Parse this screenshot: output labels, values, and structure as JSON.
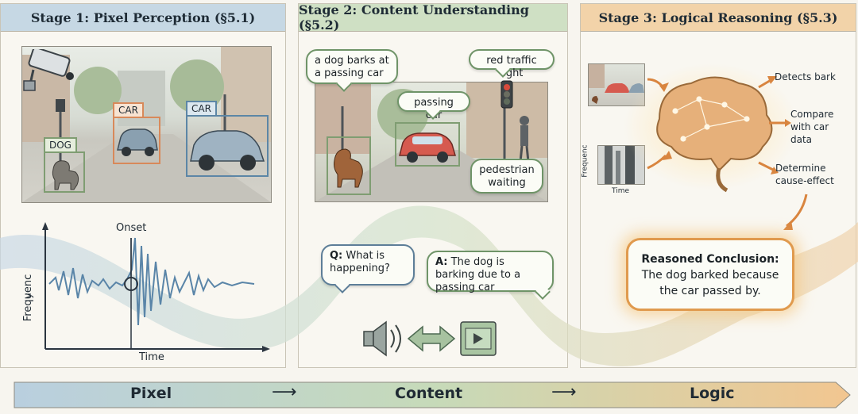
{
  "stages": [
    {
      "title": "Stage 1: Pixel Perception (§5.1)",
      "color": "#c6d8e4"
    },
    {
      "title": "Stage 2: Content Understanding (§5.2)",
      "color": "#cfe0c4"
    },
    {
      "title": "Stage 3: Logical Reasoning (§5.3)",
      "color": "#f2d3a9"
    }
  ],
  "stage1": {
    "labels": {
      "dog": "DOG",
      "car1": "CAR",
      "car2": "CAR"
    },
    "plot": {
      "onset": "Onset",
      "ylabel": "Frequenc",
      "yaxis": "y",
      "xlabel": "Time"
    }
  },
  "stage2": {
    "bubbles": {
      "dog": "a dog barks at a passing car",
      "light": "red traffic light",
      "car": "passing car",
      "ped": "pedestrian waiting"
    },
    "qa": {
      "q_prefix": "Q:",
      "q_text": "What is happening?",
      "a_prefix": "A:",
      "a_text": "The dog is barking due to a passing car"
    }
  },
  "stage3": {
    "spec": {
      "ylabel": "Frequenc",
      "xlabel": "Time"
    },
    "steps": [
      "Detects bark",
      "Compare with car data",
      "Determine cause-effect"
    ],
    "conclusion": {
      "title": "Reasoned Conclusion:",
      "text": "The dog barked because the car passed by."
    }
  },
  "bottom": {
    "labels": [
      "Pixel",
      "Content",
      "Logic"
    ],
    "arrow": "⟶"
  },
  "colors": {
    "accent_blue": "#5c86a6",
    "accent_green": "#6f9468",
    "accent_orange": "#e09a4e"
  }
}
